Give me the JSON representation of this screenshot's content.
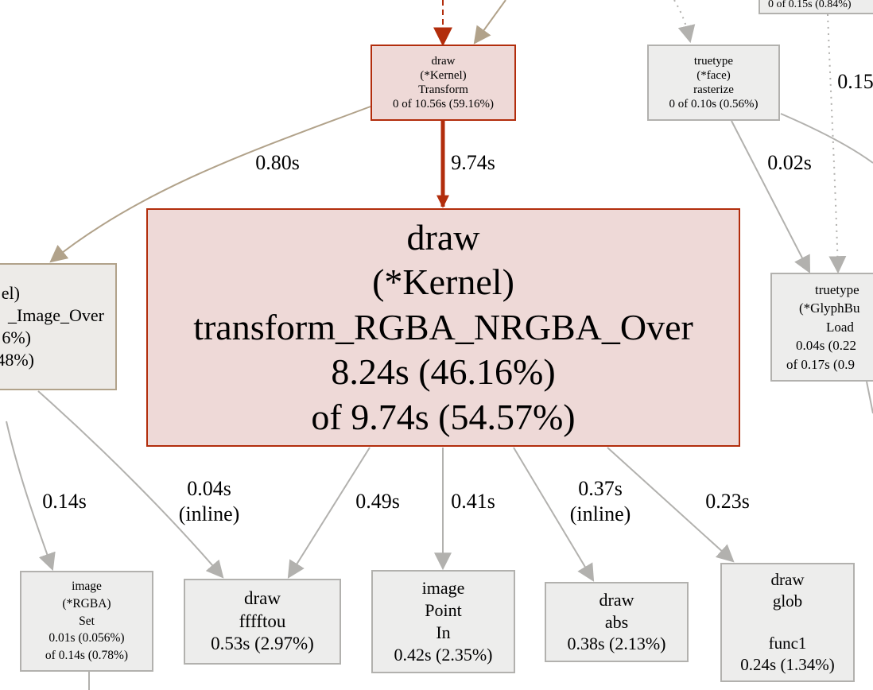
{
  "nodes": {
    "kernel_transform": [
      "draw",
      "(*Kernel)",
      "Transform",
      "0 of 10.56s (59.16%)"
    ],
    "truetype_rasterize": [
      "truetype",
      "(*face)",
      "rasterize",
      "0 of 0.10s (0.56%)"
    ],
    "main": [
      "draw",
      "(*Kernel)",
      "transform_RGBA_NRGBA_Over",
      "8.24s (46.16%)",
      "of 9.74s (54.57%)"
    ],
    "image_over": [
      "el)",
      "_Image_Over",
      "6%)",
      "48%)"
    ],
    "glyphbuf_load": [
      "truetype",
      "(*GlyphBu",
      "Load",
      "0.04s (0.22",
      "of 0.17s (0.9"
    ],
    "image_set": [
      "image",
      "(*RGBA)",
      "Set",
      "0.01s (0.056%)",
      "of 0.14s (0.78%)"
    ],
    "fffftou": [
      "draw",
      "fffftou",
      "0.53s (2.97%)"
    ],
    "point_in": [
      "image",
      "Point",
      "In",
      "0.42s (2.35%)"
    ],
    "abs": [
      "draw",
      "abs",
      "0.38s (2.13%)"
    ],
    "glob_func1": [
      "draw",
      "glob",
      "",
      "func1",
      "0.24s (1.34%)"
    ],
    "top_right_partial": [
      "0 of 0.15s (0.84%)"
    ]
  },
  "edges": {
    "transform_to_over": "0.80s",
    "transform_to_main": "9.74s",
    "rasterize_to_load": "0.02s",
    "top_right": "0.15",
    "over_to_set": "0.14s",
    "over_to_fffftou": [
      "0.04s",
      "(inline)"
    ],
    "main_to_fffftou": "0.49s",
    "main_to_point": "0.41s",
    "main_to_abs": [
      "0.37s",
      "(inline)"
    ],
    "main_to_glob": "0.23s"
  },
  "colors": {
    "hot_edge": "#b22d0c",
    "hot_fill": "#eed9d7",
    "warm_edge": "#b1a28a",
    "cold_edge": "#b2b1ae",
    "cold_fill": "#ededec"
  }
}
